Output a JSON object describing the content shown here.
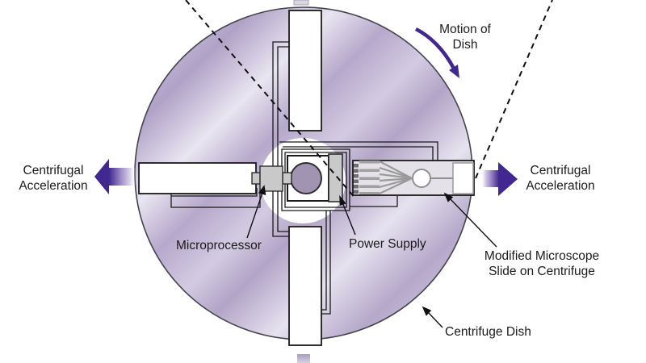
{
  "diagram": {
    "labels": {
      "motion_of_dish": {
        "line1": "Motion of",
        "line2": "Dish"
      },
      "centrifugal_left": {
        "line1": "Centrifugal",
        "line2": "Acceleration"
      },
      "centrifugal_right": {
        "line1": "Centrifugal",
        "line2": "Acceleration"
      },
      "microprocessor": "Microprocessor",
      "power_supply": "Power Supply",
      "modified_slide": {
        "line1": "Modified Microscope",
        "line2": "Slide on Centrifuge"
      },
      "centrifuge_dish": "Centrifuge Dish"
    },
    "colors": {
      "arrow_purple": "#41278f",
      "dish_base": "#baadd0",
      "dish_highlight": "#eae6f2",
      "dish_shadow": "#a195bf",
      "outline": "#1a1a1a",
      "component_gray": "#c9c9c9",
      "rotor_fill": "#a193b2",
      "slide_fill": "#e4e2e8",
      "electrode_gray": "#9a9a9a"
    },
    "icons": {
      "left_arrow": "centrifugal-acceleration-left-arrow-icon",
      "right_arrow": "centrifugal-acceleration-right-arrow-icon",
      "motion_arrow": "motion-of-dish-curved-arrow-icon"
    }
  }
}
